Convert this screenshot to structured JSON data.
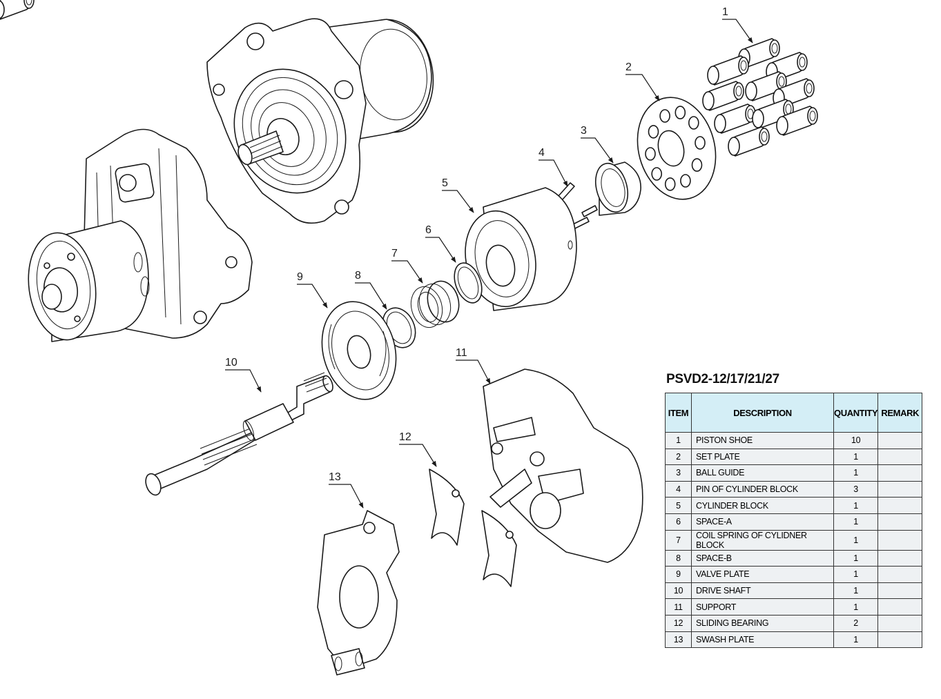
{
  "table": {
    "title": "PSVD2-12/17/21/27",
    "headers": {
      "item": "ITEM",
      "description": "DESCRIPTION",
      "quantity": "QUANTITY",
      "remark": "REMARK"
    },
    "rows": [
      {
        "item": "1",
        "description": "PISTON SHOE",
        "quantity": "10",
        "remark": ""
      },
      {
        "item": "2",
        "description": "SET PLATE",
        "quantity": "1",
        "remark": ""
      },
      {
        "item": "3",
        "description": "BALL GUIDE",
        "quantity": "1",
        "remark": ""
      },
      {
        "item": "4",
        "description": "PIN OF CYLINDER BLOCK",
        "quantity": "3",
        "remark": ""
      },
      {
        "item": "5",
        "description": "CYLINDER BLOCK",
        "quantity": "1",
        "remark": ""
      },
      {
        "item": "6",
        "description": "SPACE-A",
        "quantity": "1",
        "remark": ""
      },
      {
        "item": "7",
        "description": "COIL SPRING OF CYLIDNER BLOCK",
        "quantity": "1",
        "remark": ""
      },
      {
        "item": "8",
        "description": "SPACE-B",
        "quantity": "1",
        "remark": ""
      },
      {
        "item": "9",
        "description": "VALVE PLATE",
        "quantity": "1",
        "remark": ""
      },
      {
        "item": "10",
        "description": "DRIVE SHAFT",
        "quantity": "1",
        "remark": ""
      },
      {
        "item": "11",
        "description": "SUPPORT",
        "quantity": "1",
        "remark": ""
      },
      {
        "item": "12",
        "description": "SLIDING BEARING",
        "quantity": "2",
        "remark": ""
      },
      {
        "item": "13",
        "description": "SWASH PLATE",
        "quantity": "1",
        "remark": ""
      }
    ]
  },
  "callouts": [
    "1",
    "2",
    "3",
    "4",
    "5",
    "6",
    "7",
    "8",
    "9",
    "10",
    "11",
    "12",
    "13"
  ],
  "colors": {
    "line": "#1a1a1a",
    "header_bg": "#d4eef6",
    "row_bg": "#eef1f3",
    "background": "#ffffff"
  }
}
